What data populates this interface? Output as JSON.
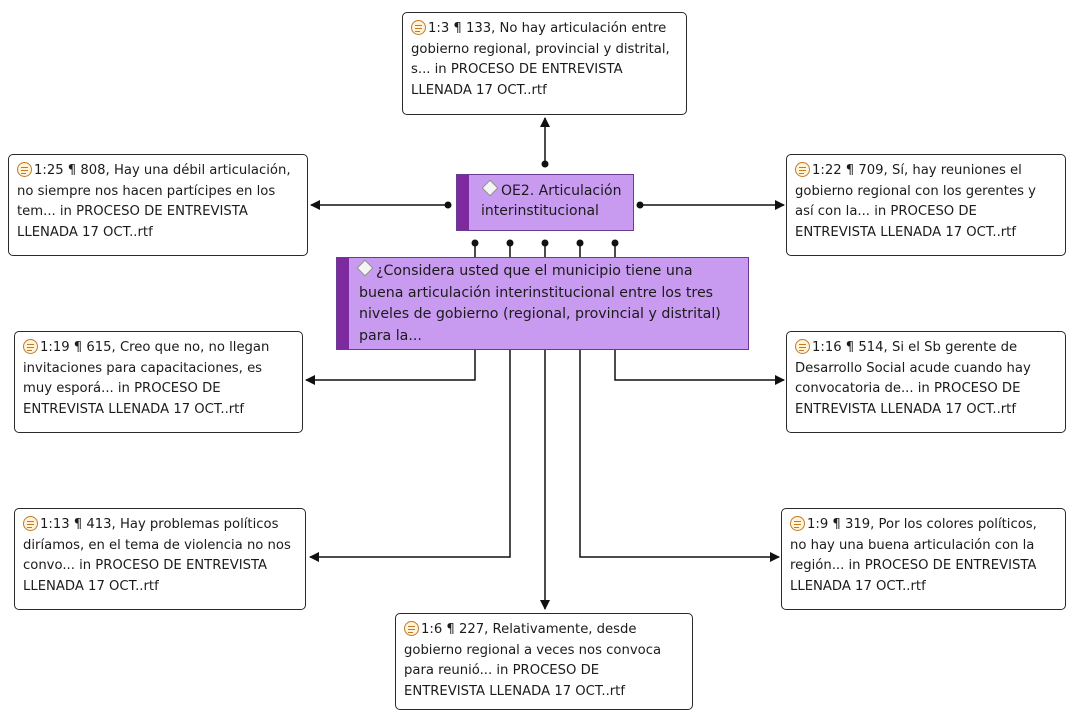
{
  "code": {
    "label": "OE2. Articulación interinstitucional"
  },
  "question": {
    "label": "¿Considera usted que el municipio tiene una buena articulación interinstitucional entre los tres niveles de gobierno (regional, provincial y distrital) para la..."
  },
  "quotations": {
    "q133": "1:3 ¶ 133, No hay articulación entre gobierno regional, provincial y distrital, s... in PROCESO DE ENTREVISTA LLENADA 17 OCT..rtf",
    "q808": "1:25 ¶ 808, Hay una débil articulación, no siempre nos hacen partícipes en los tem... in PROCESO DE ENTREVISTA LLENADA 17 OCT..rtf",
    "q709": "1:22 ¶ 709, Sí, hay reuniones el gobierno regional con los gerentes y así con la... in PROCESO DE ENTREVISTA LLENADA 17 OCT..rtf",
    "q615": "1:19 ¶ 615, Creo que no, no llegan invitaciones para capacitaciones, es muy esporá... in PROCESO DE ENTREVISTA LLENADA 17 OCT..rtf",
    "q514": "1:16 ¶ 514, Si el Sb gerente de Desarrollo Social acude cuando hay convocatoria de... in PROCESO DE ENTREVISTA LLENADA 17 OCT..rtf",
    "q413": "1:13 ¶ 413, Hay problemas políticos diríamos, en el tema de violencia no nos convo... in PROCESO DE ENTREVISTA LLENADA 17 OCT..rtf",
    "q319": "1:9 ¶ 319, Por los colores políticos, no hay una buena articulación con la región... in PROCESO DE ENTREVISTA LLENADA 17 OCT..rtf",
    "q227": "1:6 ¶ 227, Relativamente, desde gobierno regional a veces nos convoca para reunió... in PROCESO DE ENTREVISTA LLENADA 17 OCT..rtf"
  },
  "colors": {
    "code_fill": "#c99bf0",
    "code_strip": "#7d2a9e",
    "code_border": "#6b3a91",
    "link": "#111111",
    "quote_icon": "#c07a2a"
  }
}
